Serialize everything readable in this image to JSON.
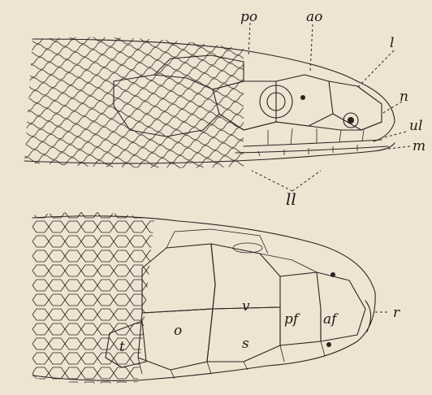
{
  "figure": {
    "side_view_labels": {
      "po": "po",
      "ao": "ao",
      "l": "l",
      "n": "n",
      "ul": "ul",
      "m": "m",
      "ll": "ll"
    },
    "top_view_labels": {
      "v": "v",
      "o": "o",
      "s": "s",
      "t": "t",
      "pf": "pf",
      "af": "af",
      "r": "r"
    }
  }
}
